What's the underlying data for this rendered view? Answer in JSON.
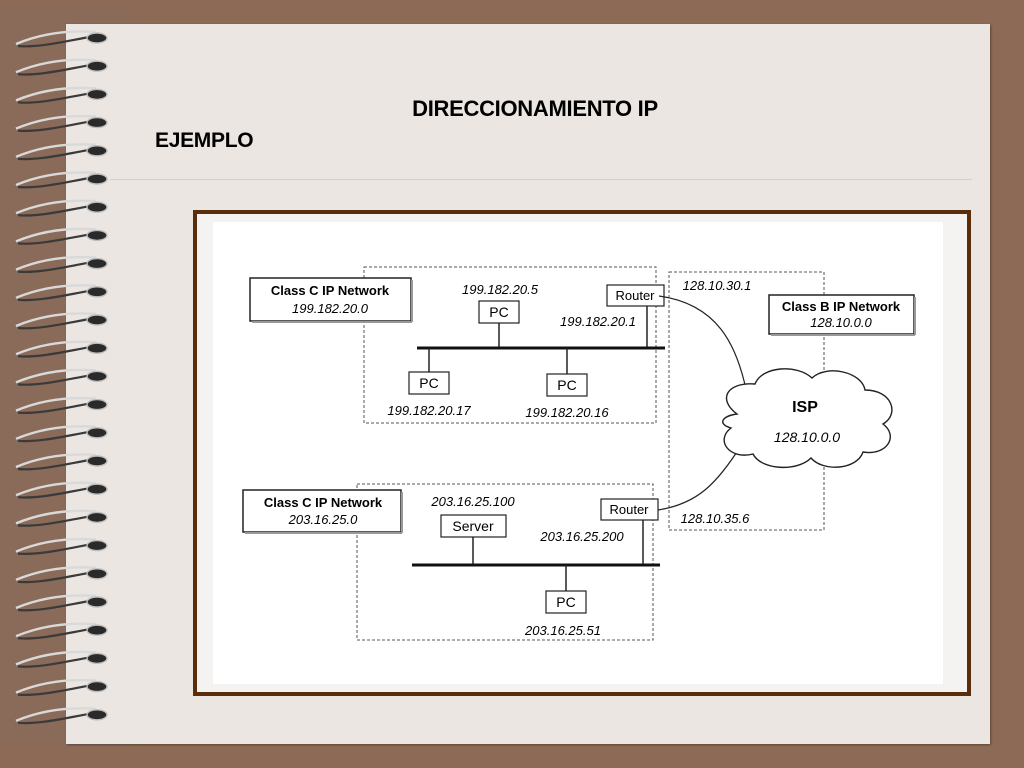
{
  "slide": {
    "title": "DIRECCIONAMIENTO IP",
    "subtitle": "EJEMPLO"
  },
  "diagram": {
    "top_network": {
      "label": "Class C IP Network",
      "address": "199.182.20.0",
      "pc_top": {
        "name": "PC",
        "ip": "199.182.20.5"
      },
      "pc_left": {
        "name": "PC",
        "ip": "199.182.20.17"
      },
      "pc_right": {
        "name": "PC",
        "ip": "199.182.20.16"
      },
      "router": {
        "name": "Router",
        "ip": "199.182.20.1"
      }
    },
    "bottom_network": {
      "label": "Class C IP Network",
      "address": "203.16.25.0",
      "server": {
        "name": "Server",
        "ip": "203.16.25.100"
      },
      "router": {
        "name": "Router",
        "ip": "203.16.25.200"
      },
      "pc": {
        "name": "PC",
        "ip": "203.16.25.51"
      }
    },
    "isp_network": {
      "label": "Class B IP Network",
      "address": "128.10.0.0",
      "isp_name": "ISP",
      "isp_address": "128.10.0.0",
      "link_top_ip": "128.10.30.1",
      "link_bottom_ip": "128.10.35.6"
    }
  },
  "colors": {
    "background": "#8d6a55",
    "paper": "#ece6e3",
    "frame_border": "#5a2e0c"
  },
  "decorations": {
    "binding": "spiral-binding-icon"
  }
}
